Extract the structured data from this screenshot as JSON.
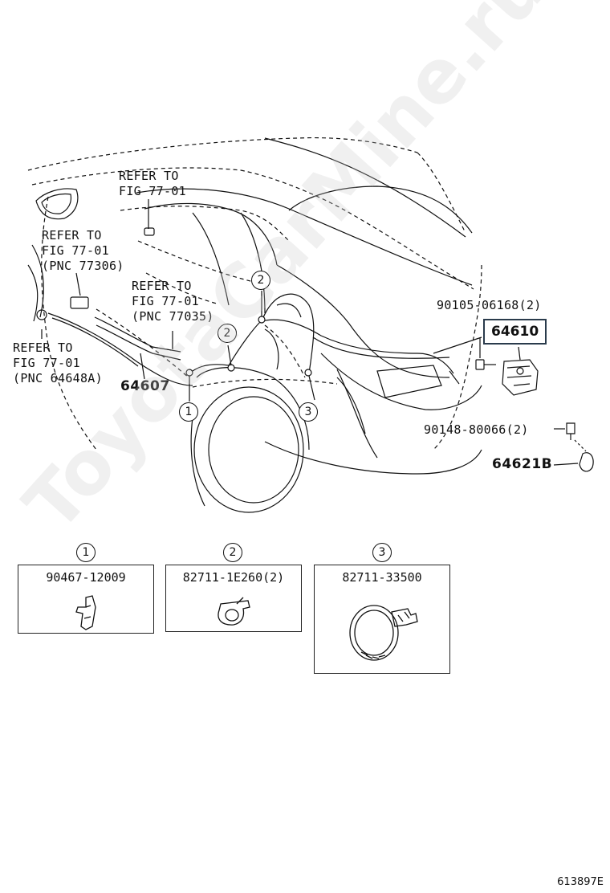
{
  "watermark": "ToyotaCarMine.ru",
  "figure_id": "613897E",
  "refs": {
    "top": [
      "REFER TO",
      "FIG 77-01"
    ],
    "left_mid": [
      "REFER TO",
      "FIG 77-01",
      "(PNC 77306)"
    ],
    "center": [
      "REFER TO",
      "FIG 77-01",
      "(PNC 77035)"
    ],
    "left_low": [
      "REFER TO",
      "FIG 77-01",
      "(PNC 64648A)"
    ]
  },
  "parts": {
    "p64607": "64607",
    "p90105": "90105-06168(2)",
    "p64610": "64610",
    "p90148": "90148-80066(2)",
    "p64621B": "64621B"
  },
  "callouts": {
    "c1": "1",
    "c2a": "2",
    "c2b": "2",
    "c3": "3"
  },
  "details": [
    {
      "num": "1",
      "code": "90467-12009"
    },
    {
      "num": "2",
      "code": "82711-1E260(2)"
    },
    {
      "num": "3",
      "code": "82711-33500"
    }
  ]
}
